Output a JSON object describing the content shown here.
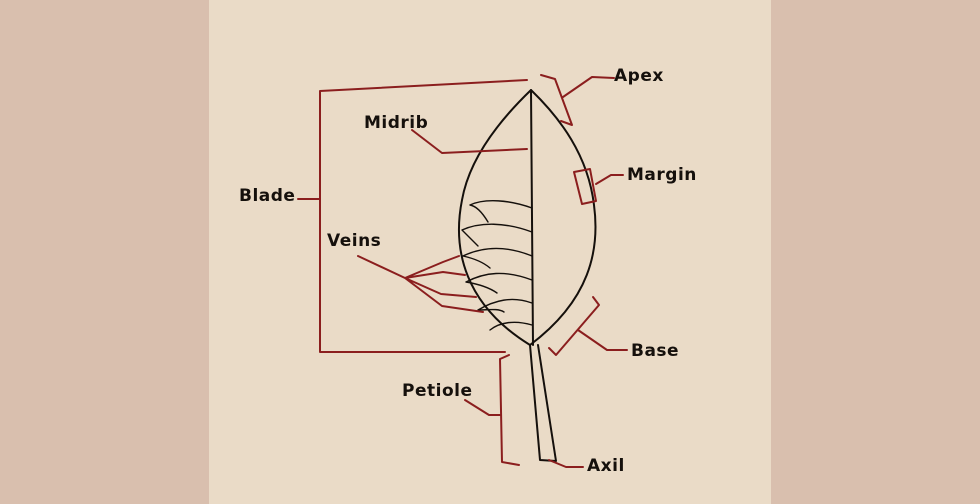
{
  "labels": {
    "apex": "Apex",
    "midrib": "Midrib",
    "margin": "Margin",
    "blade": "Blade",
    "veins": "Veins",
    "base": "Base",
    "petiole": "Petiole",
    "axil": "Axil"
  },
  "colors": {
    "background": "#d9bfae",
    "paper": "#eadbc7",
    "ink": "#15100c",
    "leader": "#8b1e1e"
  }
}
